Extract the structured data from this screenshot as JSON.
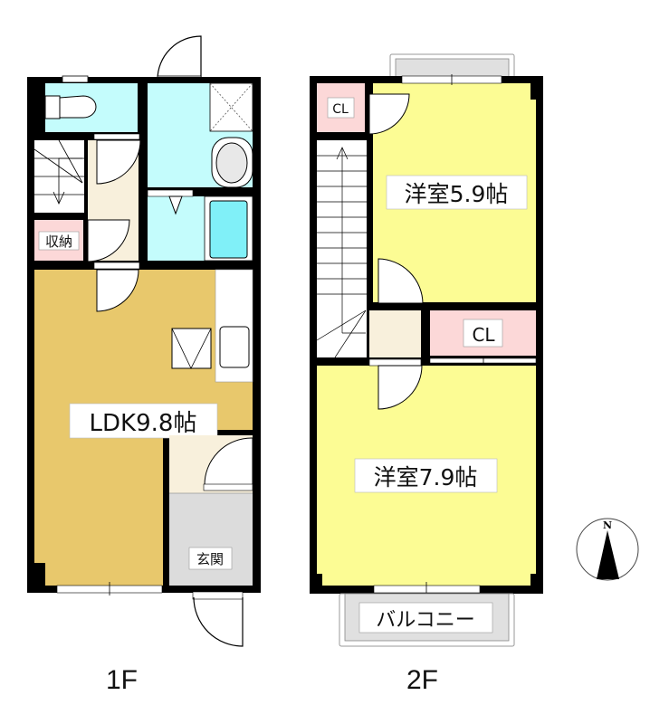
{
  "colors": {
    "wall": "#000000",
    "wet_area": "#c4fcfc",
    "bath_tub": "#80f0f8",
    "hall": "#f8f0dc",
    "storage": "#fcd8d8",
    "ldk": "#e8c86c",
    "western_room": "#fcfc94",
    "entrance": "#dcdcdc",
    "balcony": "#e0e0e0"
  },
  "floors": [
    {
      "id": "1F",
      "label": "1F",
      "rooms": [
        {
          "name": "toilet",
          "label": ""
        },
        {
          "name": "washroom",
          "label": ""
        },
        {
          "name": "bathroom",
          "label": ""
        },
        {
          "name": "storage",
          "label": "収納"
        },
        {
          "name": "ldk",
          "label": "LDK9.8帖"
        },
        {
          "name": "entrance",
          "label": "玄関"
        }
      ]
    },
    {
      "id": "2F",
      "label": "2F",
      "rooms": [
        {
          "name": "closet-small",
          "label": "CL"
        },
        {
          "name": "western-room-1",
          "label": "洋室5.9帖"
        },
        {
          "name": "closet-large",
          "label": "CL"
        },
        {
          "name": "western-room-2",
          "label": "洋室7.9帖"
        },
        {
          "name": "balcony",
          "label": "バルコニー"
        }
      ]
    }
  ],
  "compass": {
    "label": "N"
  }
}
